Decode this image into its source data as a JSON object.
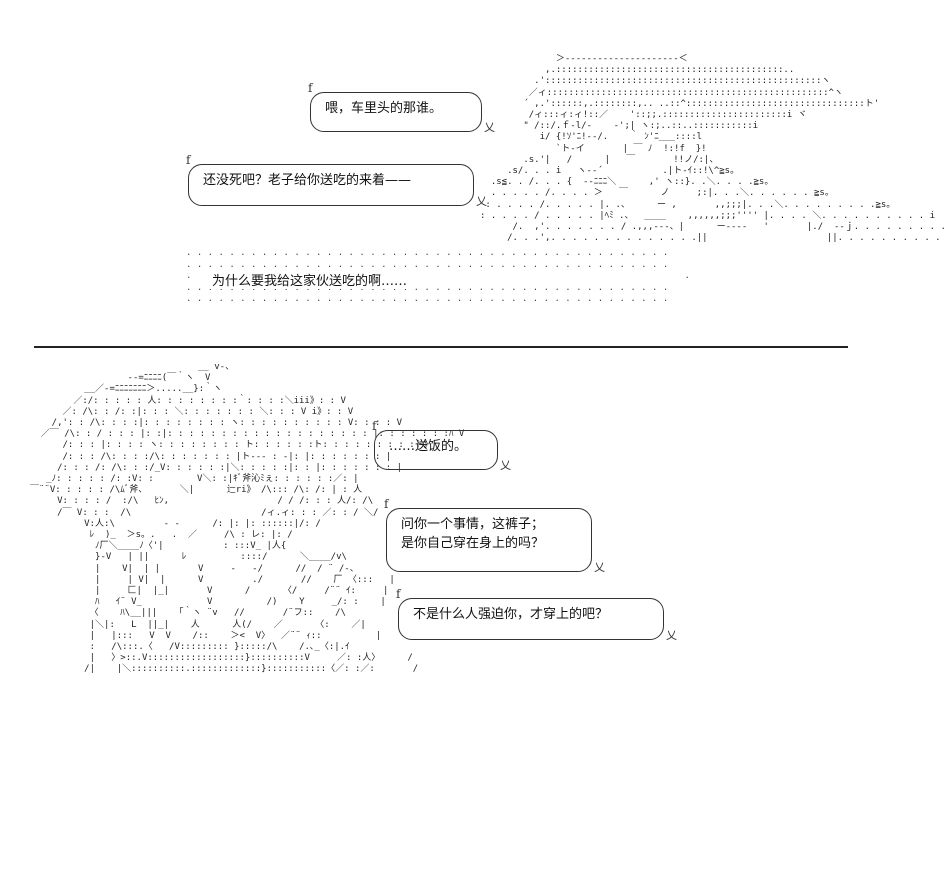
{
  "top_panel": {
    "speech_1": "喂，车里头的那谁。",
    "speech_2": "还没死吧？老子给你送吃的来着——",
    "narration": "为什么要我给这家伙送吃的啊……"
  },
  "bottom_panel": {
    "speech_1": "……送饭的。",
    "speech_2_line_1": "问你一个事情，这裤子；",
    "speech_2_line_2": "是你自己穿在身上的吗？",
    "speech_3": "不是什么人强迫你，才穿上的吧？"
  }
}
